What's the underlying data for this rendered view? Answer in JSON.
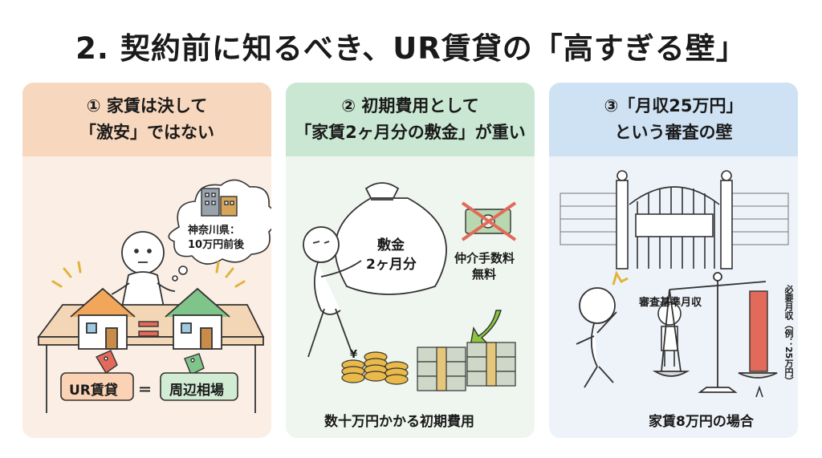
{
  "title": "2. 契約前に知るべき、UR賃貸の「高すぎる壁」",
  "panels": [
    {
      "header_line1": "① 家賃は決して",
      "header_line2": "「激安」ではない",
      "bubble_line1": "神奈川県：",
      "bubble_line2": "10万円前後",
      "tag_left": "UR賃貸",
      "equals": "＝",
      "tag_right": "周辺相場"
    },
    {
      "header_line1": "② 初期費用として",
      "header_line2": "「家賃2ヶ月分の敷金」が重い",
      "bag_line1": "敷金",
      "bag_line2": "2ヶ月分",
      "fee_line1": "仲介手数料",
      "fee_line2": "無料",
      "caption": "数十万円かかる初期費用",
      "coin_symbol": "¥"
    },
    {
      "header_line1": "③「月収25万円」",
      "header_line2": "という審査の壁",
      "gate_sign": "審査基準月収",
      "bar_label": "必要月収（例：25万円）",
      "caption": "家賃8万円の場合"
    }
  ],
  "colors": {
    "panel1_header": "#f7d7bd",
    "panel2_header": "#c9e7d2",
    "panel3_header": "#cfe2f3",
    "tag_orange": "#f4a261",
    "tag_green": "#9bd3a3",
    "bar_red": "#e26a5a",
    "coin_gold": "#e9b949"
  }
}
